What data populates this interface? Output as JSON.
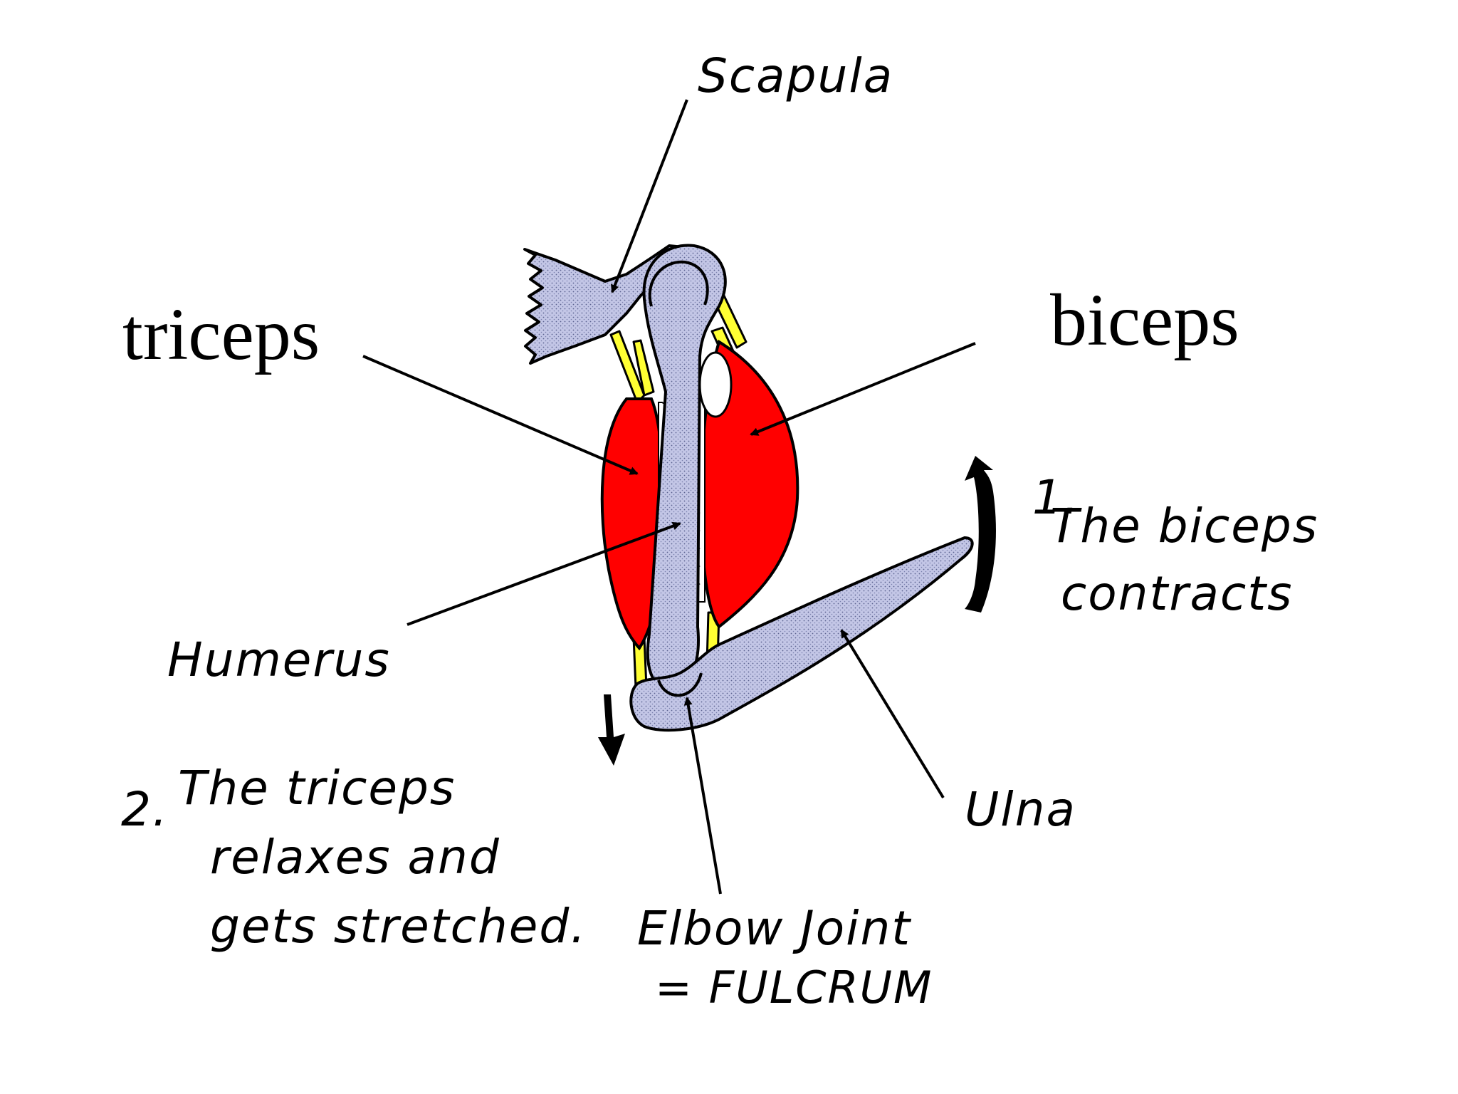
{
  "labels": {
    "scapula": "Scapula",
    "triceps": "triceps",
    "biceps": "biceps",
    "humerus": "Humerus",
    "ulna": "Ulna",
    "step1": [
      "1.",
      "The biceps",
      "contracts"
    ],
    "step2": [
      "2.",
      "The triceps",
      "relaxes and",
      "gets stretched."
    ],
    "elbow": [
      "Elbow Joint",
      "= FULCRUM"
    ]
  },
  "colors": {
    "bone": "#c3c6e6",
    "muscle": "#ff0000",
    "tendon": "#ffff33",
    "outline": "#000000"
  }
}
